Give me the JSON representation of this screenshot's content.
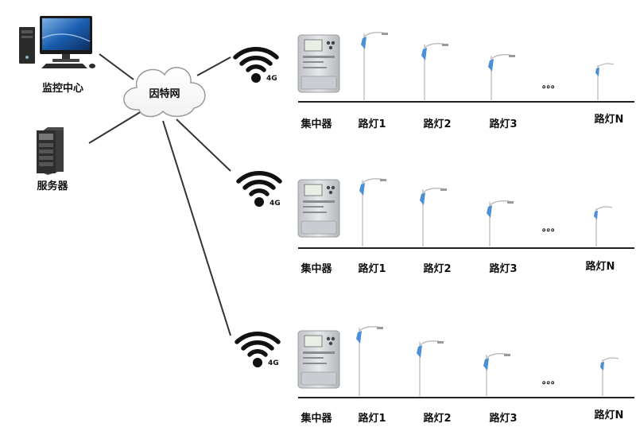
{
  "nodes": {
    "monitor_center": "监控中心",
    "server": "服务器",
    "internet": "因特网"
  },
  "signal": "4G",
  "rows": [
    {
      "concentrator": "集中器",
      "lamps": [
        "路灯1",
        "路灯2",
        "路灯3"
      ],
      "ellipsis": "。。。",
      "last_lamp": "路灯N"
    },
    {
      "concentrator": "集中器",
      "lamps": [
        "路灯1",
        "路灯2",
        "路灯3"
      ],
      "ellipsis": "。。。",
      "last_lamp": "路灯N"
    },
    {
      "concentrator": "集中器",
      "lamps": [
        "路灯1",
        "路灯2",
        "路灯3"
      ],
      "ellipsis": "。。。",
      "last_lamp": "路灯N"
    }
  ],
  "colors": {
    "line": "#333333",
    "signal": "#111111",
    "lamp_pole": "#c8c8c8",
    "lamp_panel": "#4a8fd8",
    "meter_body": "#d9dbde"
  }
}
